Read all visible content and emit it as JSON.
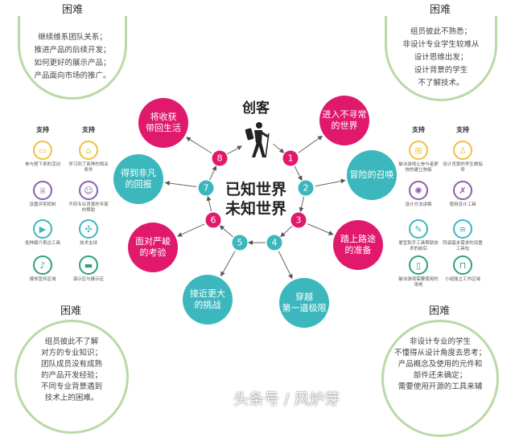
{
  "title": "创客",
  "center": {
    "line1": "已知世界",
    "line2": "未知世界"
  },
  "colors": {
    "magenta": "#e0196d",
    "teal": "#3bb7bd",
    "difficulty_ring": "#b9d9a8"
  },
  "hiker_icon": "hiker-icon",
  "steps": [
    {
      "num": "1",
      "label": [
        "进入不寻常",
        "的世界"
      ],
      "color": "magenta"
    },
    {
      "num": "2",
      "label": [
        "冒险的召唤"
      ],
      "color": "teal"
    },
    {
      "num": "3",
      "label": [
        "踏上路途",
        "的准备"
      ],
      "color": "magenta"
    },
    {
      "num": "4",
      "label": [
        "穿越",
        "第一道极限"
      ],
      "color": "teal"
    },
    {
      "num": "5",
      "label": [
        "接近更大",
        "的挑战"
      ],
      "color": "teal"
    },
    {
      "num": "6",
      "label": [
        "面对严峻",
        "的考验"
      ],
      "color": "magenta"
    },
    {
      "num": "7",
      "label": [
        "得到非凡",
        "的回报"
      ],
      "color": "teal"
    },
    {
      "num": "8",
      "label": [
        "将收获",
        "带回生活"
      ],
      "color": "magenta"
    }
  ],
  "difficulties": {
    "top_left": {
      "title": "困难",
      "lines": [
        "继续维系团队关系；",
        "推进产品的后续开发；",
        "如何更好的展示产品；",
        "产品面向市场的推广。"
      ]
    },
    "top_right": {
      "title": "困难",
      "lines": [
        "组员彼此不熟悉；",
        "非设计专业学生较难从",
        "设计思维出发；",
        "设计背景的学生",
        "不了解技术。"
      ]
    },
    "bottom_left": {
      "title": "困难",
      "lines": [
        "组员彼此不了解",
        "对方的专业知识；",
        "团队成员没有成熟",
        "的产品开发经验；",
        "不同专业背景遇到",
        "技术上的困难。"
      ]
    },
    "bottom_right": {
      "title": "困难",
      "lines": [
        "非设计专业的学生",
        "不懂得从设计角度去思考；",
        "产品概念及使用的元件和",
        "部件还未确定；",
        "需要使用开源的工具来辅"
      ]
    }
  },
  "support": {
    "left": {
      "headers": [
        "支持",
        "支持"
      ],
      "col1": [
        {
          "icon": "badge-icon",
          "label": "参与搭下来的活动"
        },
        {
          "icon": "trophy-icon",
          "label": "设置评奖机制"
        },
        {
          "icon": "video-icon",
          "label": "各种媒介表达工具"
        },
        {
          "icon": "microphone-icon",
          "label": "媒体宣传区域"
        }
      ],
      "col2": [
        {
          "icon": "blueprint-icon",
          "label": "学习到了各种的相关条件"
        },
        {
          "icon": "people-icon",
          "label": "不同专业背景的专家的帮助"
        },
        {
          "icon": "network-icon",
          "label": "技术支持"
        },
        {
          "icon": "monitor-icon",
          "label": "演示区与展示区"
        }
      ]
    },
    "right": {
      "headers": [
        "支持",
        "支持"
      ],
      "col1": [
        {
          "icon": "gamepad-icon",
          "label": "破冰游戏让参与者更快的建立熟络"
        },
        {
          "icon": "brain-icon",
          "label": "设计方法讲解"
        },
        {
          "icon": "tool-icon",
          "label": "便宜和手工具帮助技术的前后"
        },
        {
          "icon": "space-icon",
          "label": "破冰游戏需要使用的场地"
        }
      ],
      "col2": [
        {
          "icon": "person-icon",
          "label": "设计背景的学生做指导"
        },
        {
          "icon": "wrench-icon",
          "label": "使用设计工具"
        },
        {
          "icon": "ruler-icon",
          "label": "阵袋基本需求的设置工具包"
        },
        {
          "icon": "workbench-icon",
          "label": "小组独立工作区域"
        }
      ]
    }
  },
  "watermark": "头条号 / 风炉芽"
}
